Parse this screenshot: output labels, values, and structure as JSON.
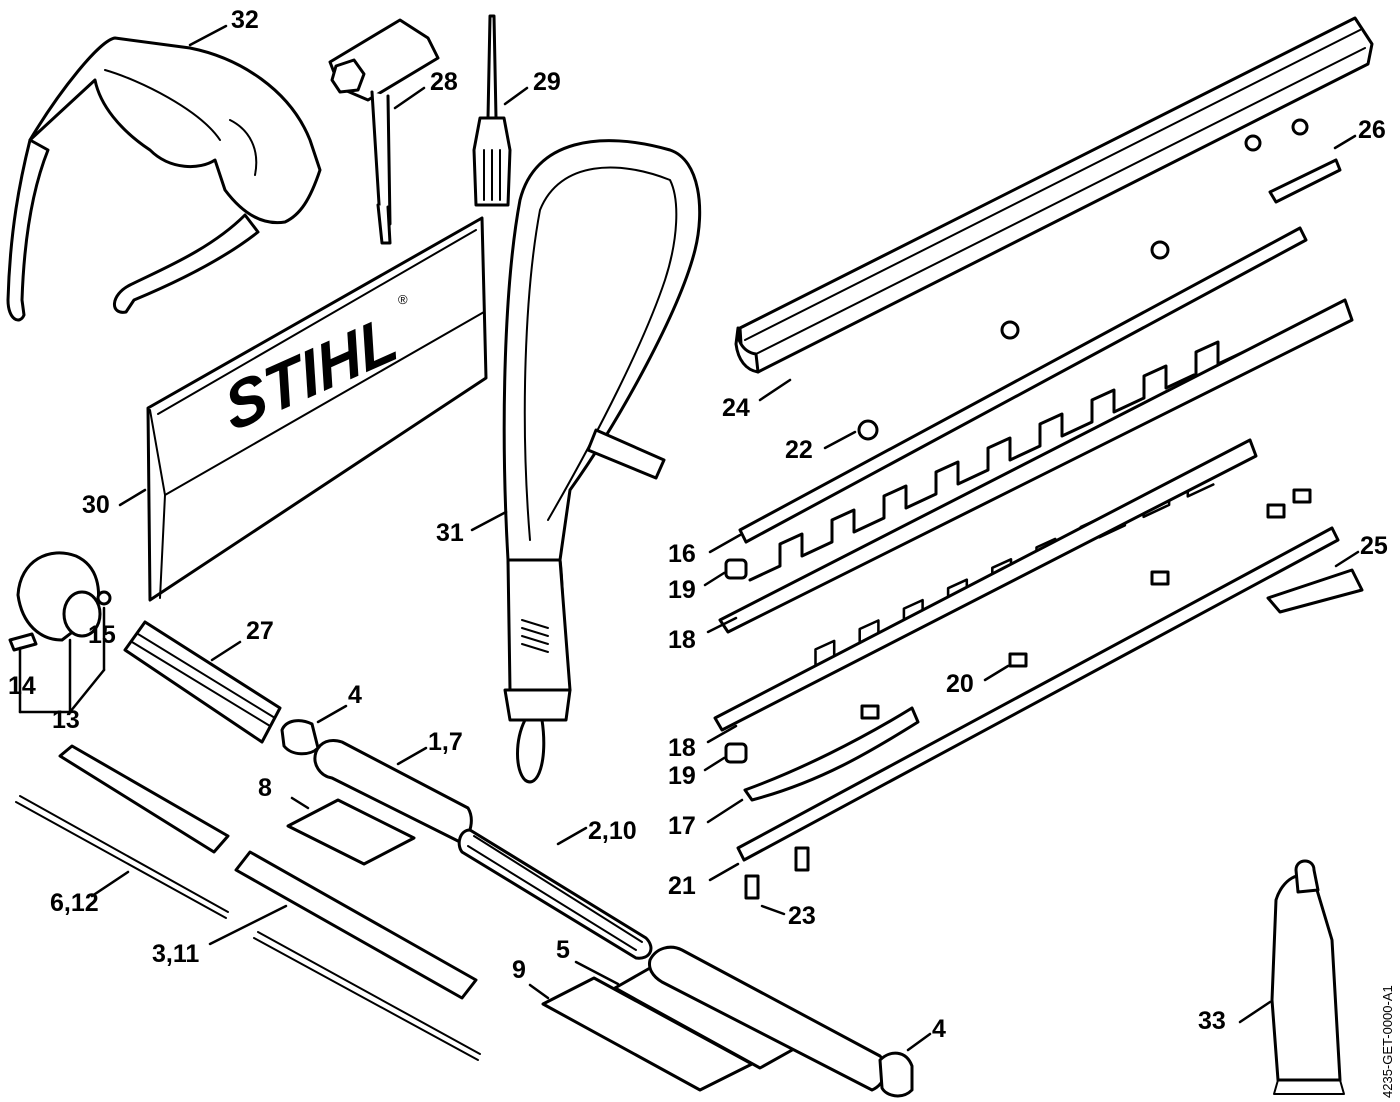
{
  "diagram": {
    "drawing_code": "4235-GET-0000-A1",
    "brand_mark": "STIHL",
    "registered_mark": "®",
    "colors": {
      "line": "#000000",
      "background": "#ffffff"
    },
    "callouts": {
      "p1_7": "1,7",
      "p2_10": "2,10",
      "p3_11": "3,11",
      "p4a": "4",
      "p4b": "4",
      "p5": "5",
      "p6_12": "6,12",
      "p8": "8",
      "p9": "9",
      "p13": "13",
      "p14": "14",
      "p15": "15",
      "p16": "16",
      "p17": "17",
      "p18a": "18",
      "p18b": "18",
      "p19a": "19",
      "p19b": "19",
      "p20": "20",
      "p21": "21",
      "p22": "22",
      "p23": "23",
      "p24": "24",
      "p25": "25",
      "p26": "26",
      "p27": "27",
      "p28": "28",
      "p29": "29",
      "p30": "30",
      "p31": "31",
      "p32": "32",
      "p33": "33"
    }
  }
}
